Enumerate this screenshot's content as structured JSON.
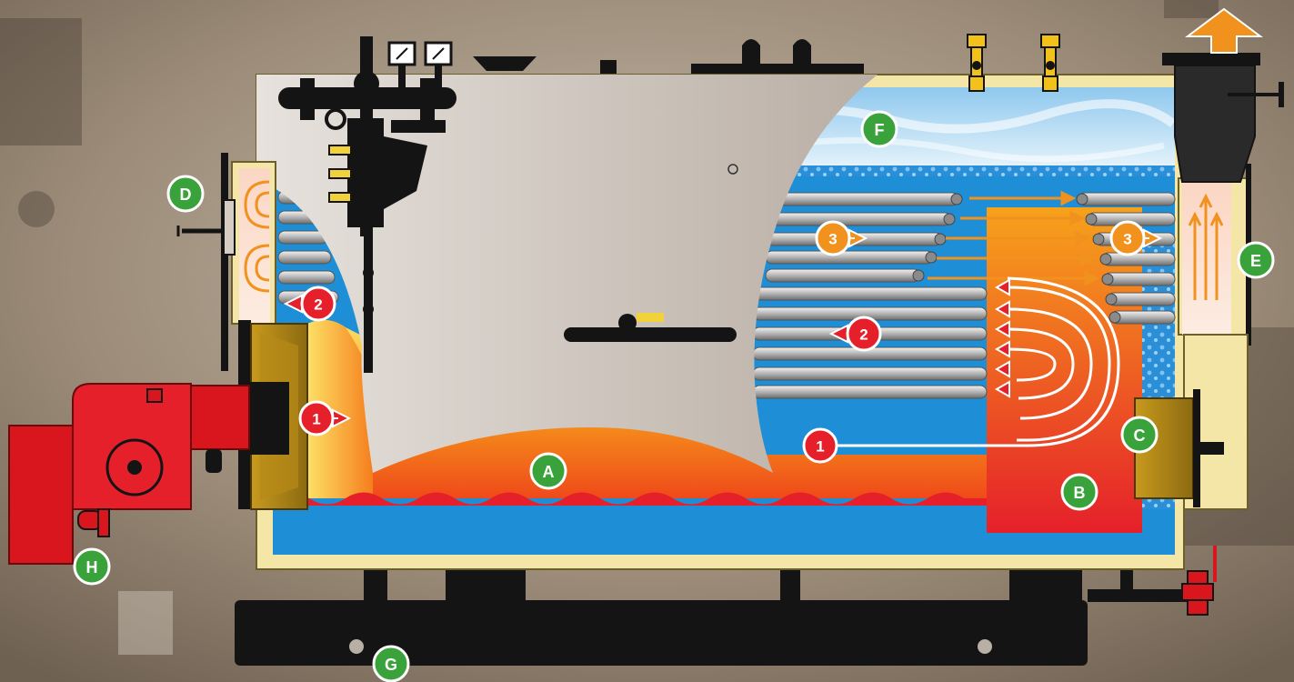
{
  "labels": {
    "A": "A",
    "B": "B",
    "C": "C",
    "D": "D",
    "E": "E",
    "F": "F",
    "G": "G",
    "H": "H"
  },
  "pass_markers": {
    "pass1_burner": "1",
    "pass1_chamber": "1",
    "pass2_tubes": "2",
    "pass2_front": "2",
    "pass3_tubes": "3",
    "pass3_exit": "3"
  },
  "colors": {
    "label_green": "#3aa23a",
    "pass1_red": "#e5202a",
    "pass3_orange": "#f2921e",
    "water_blue": "#1e8fd6",
    "flame_orange": "#f7a21b",
    "burner_red": "#d9161d",
    "insulation": "#f4e6a6",
    "shell": "#c8beb4",
    "steam_sky": "#bfe3f7",
    "base_black": "#141414"
  },
  "icons": {
    "burner": "burner-unit-icon",
    "exhaust": "exhaust-arrow-icon",
    "safety_valve": "safety-valve-icon",
    "pressure_gauge": "pressure-gauge-icon",
    "drain_valve": "drain-valve-icon"
  }
}
